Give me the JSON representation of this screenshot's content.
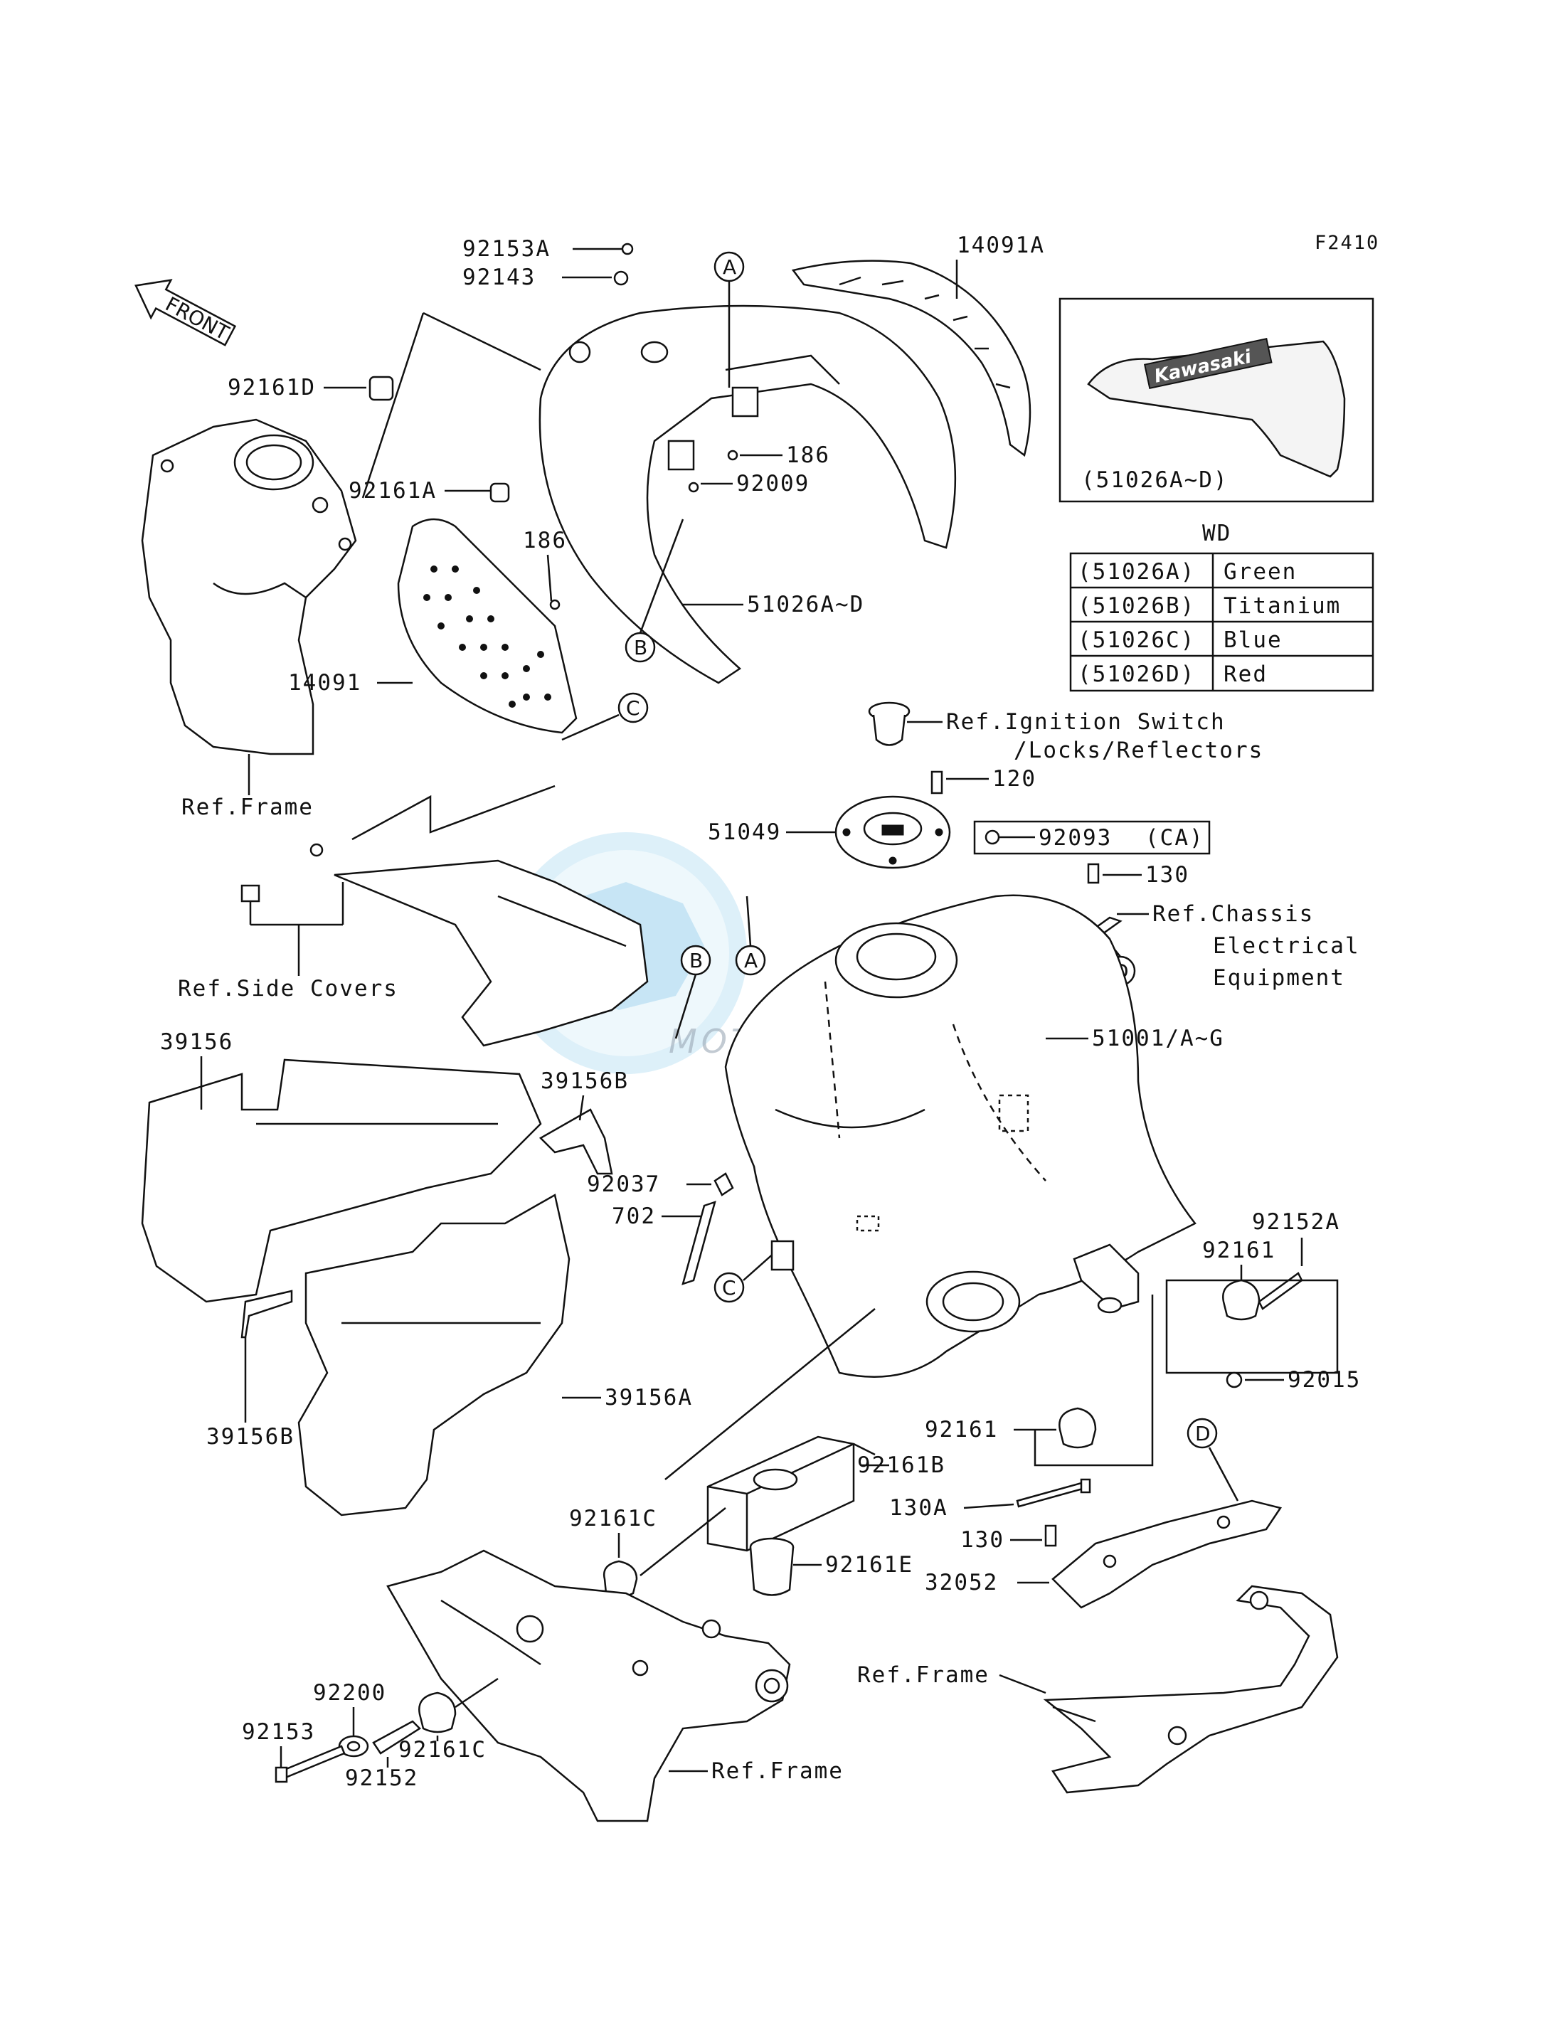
{
  "figure_code": "F2410",
  "direction_arrow": "FRONT",
  "watermark": "MOTORPARTS",
  "inset": {
    "logo_text": "Kawasaki",
    "caption": "(51026A~D)"
  },
  "color_table": {
    "title": "WD",
    "rows": [
      {
        "part": "(51026A)",
        "color": "Green"
      },
      {
        "part": "(51026B)",
        "color": "Titanium"
      },
      {
        "part": "(51026C)",
        "color": "Blue"
      },
      {
        "part": "(51026D)",
        "color": "Red"
      }
    ]
  },
  "ref_markers": [
    "A",
    "B",
    "C",
    "D"
  ],
  "labels": {
    "p92153A": "92153A",
    "p92143": "92143",
    "p14091A": "14091A",
    "p92161D": "92161D",
    "p186a": "186",
    "p92161A": "92161A",
    "p92009": "92009",
    "p186b": "186",
    "p51026": "51026A~D",
    "p14091": "14091",
    "ref_frame_1": "Ref.Frame",
    "ref_ignition_1": "Ref.Ignition Switch",
    "ref_ignition_2": "/Locks/Reflectors",
    "p120": "120",
    "p51049": "51049",
    "p92093": "92093",
    "p92093_note": "(CA)",
    "p130a": "130",
    "ref_chassis_1": "Ref.Chassis",
    "ref_chassis_2": "Electrical",
    "ref_chassis_3": "Equipment",
    "ref_side_covers": "Ref.Side Covers",
    "p39156": "39156",
    "p39156B_a": "39156B",
    "p51001": "51001/A~G",
    "p92037": "92037",
    "p702": "702",
    "p92152A": "92152A",
    "p92161a": "92161",
    "p92015": "92015",
    "p39156B_b": "39156B",
    "p39156A": "39156A",
    "p92161b": "92161",
    "p92161B": "92161B",
    "p130A": "130A",
    "p92161C_a": "92161C",
    "p130b": "130",
    "p92161E": "92161E",
    "p32052": "32052",
    "p92200": "92200",
    "ref_frame_2": "Ref.Frame",
    "p92153": "92153",
    "p92152": "92152",
    "p92161C_b": "92161C",
    "ref_frame_3": "Ref.Frame"
  }
}
